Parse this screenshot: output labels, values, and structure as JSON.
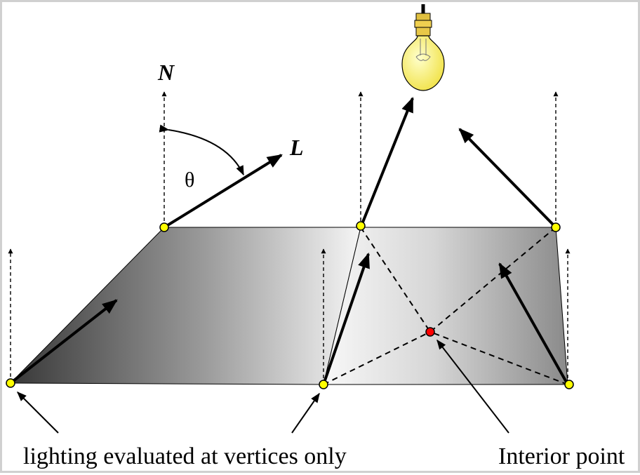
{
  "labels": {
    "normal": "N",
    "light": "L",
    "angle": "θ",
    "caption_left": "lighting evaluated at vertices only",
    "caption_right": "Interior point"
  },
  "colors": {
    "vertex": "#ffff00",
    "interior_point": "#ff0000",
    "bulb": "#ffff66",
    "shade_dark": "#3a3a3a",
    "shade_light": "#f4f4f4"
  }
}
